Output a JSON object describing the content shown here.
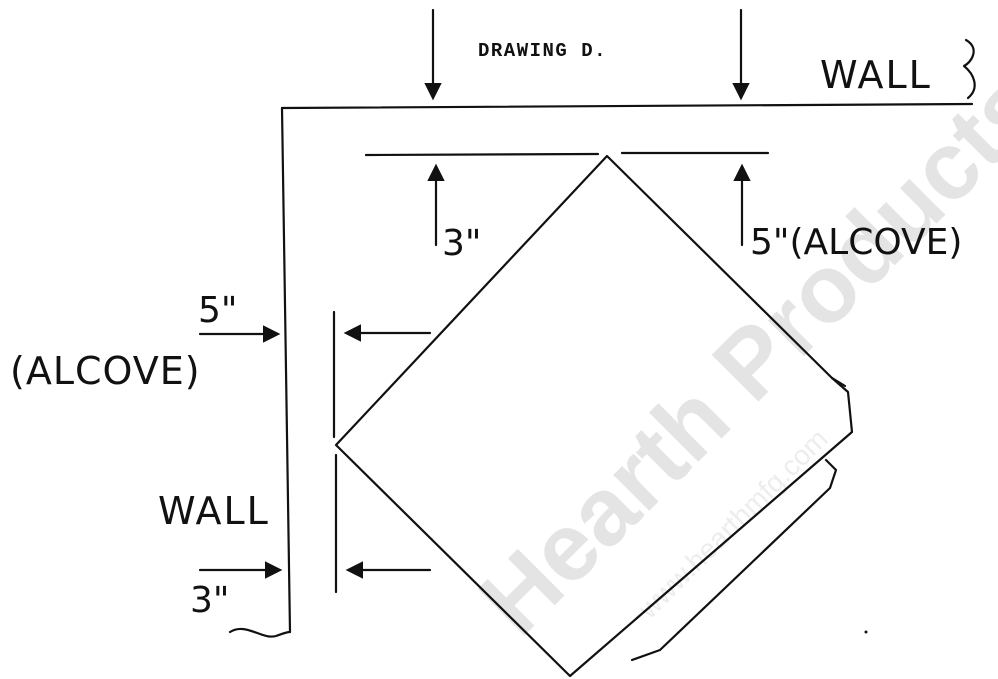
{
  "drawing": {
    "title": "DRAWING D.",
    "top_wall_label": "WALL",
    "side_wall_label": "WALL",
    "top_min_clearance": "3\"",
    "top_alcove_clearance": "5\"(ALCOVE)",
    "side_alcove_value": "5\"",
    "side_alcove_note": "(ALCOVE)",
    "side_min_clearance": "3\""
  },
  "watermark": {
    "main": "Hearth Products",
    "url": "www.hearthmfg.com"
  },
  "colors": {
    "ink": "#111111",
    "background": "#ffffff",
    "watermark": "#e4e4e4"
  }
}
